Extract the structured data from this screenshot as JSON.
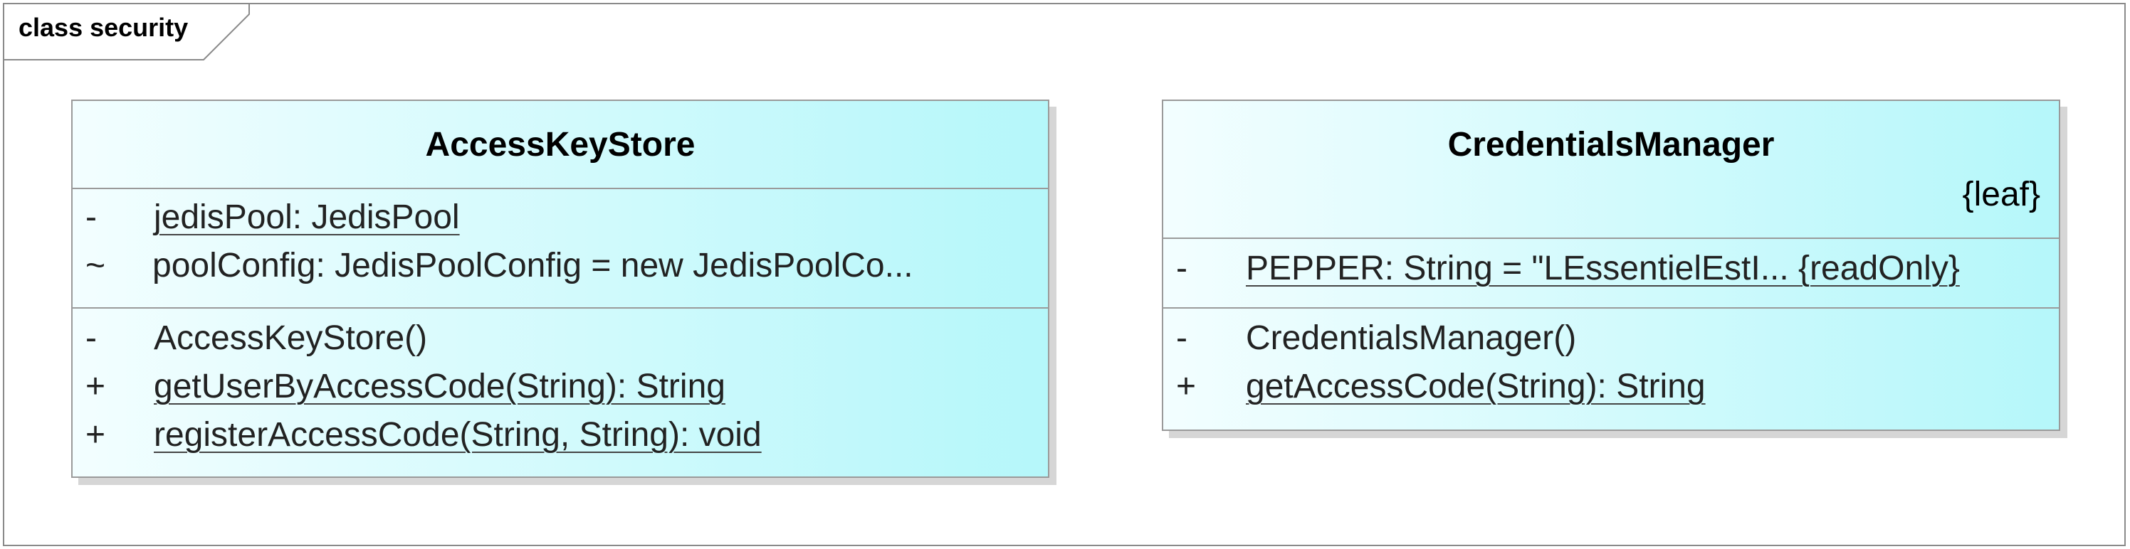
{
  "frame": {
    "title": "class security"
  },
  "classes": [
    {
      "name": "AccessKeyStore",
      "constraint": "",
      "attributes": [
        {
          "visibility": "-",
          "text": "jedisPool: JedisPool",
          "static": true
        },
        {
          "visibility": "~",
          "text": "poolConfig: JedisPoolConfig = new JedisPoolCo...",
          "static": false
        }
      ],
      "operations": [
        {
          "visibility": "-",
          "text": "AccessKeyStore()",
          "static": false
        },
        {
          "visibility": "+",
          "text": "getUserByAccessCode(String): String",
          "static": true
        },
        {
          "visibility": "+",
          "text": "registerAccessCode(String, String): void",
          "static": true
        }
      ]
    },
    {
      "name": "CredentialsManager",
      "constraint": "{leaf}",
      "attributes": [
        {
          "visibility": "-",
          "text": "PEPPER: String = \"LEssentielEstI... {readOnly}",
          "static": true
        }
      ],
      "operations": [
        {
          "visibility": "-",
          "text": "CredentialsManager()",
          "static": false
        },
        {
          "visibility": "+",
          "text": "getAccessCode(String): String",
          "static": true
        }
      ]
    }
  ],
  "colors": {
    "frame_border": "#8a8a8a",
    "class_border": "#9a9a9a",
    "class_fill_start": "#f3feff",
    "class_fill_end": "#b5f7fa",
    "text": "#222222"
  }
}
